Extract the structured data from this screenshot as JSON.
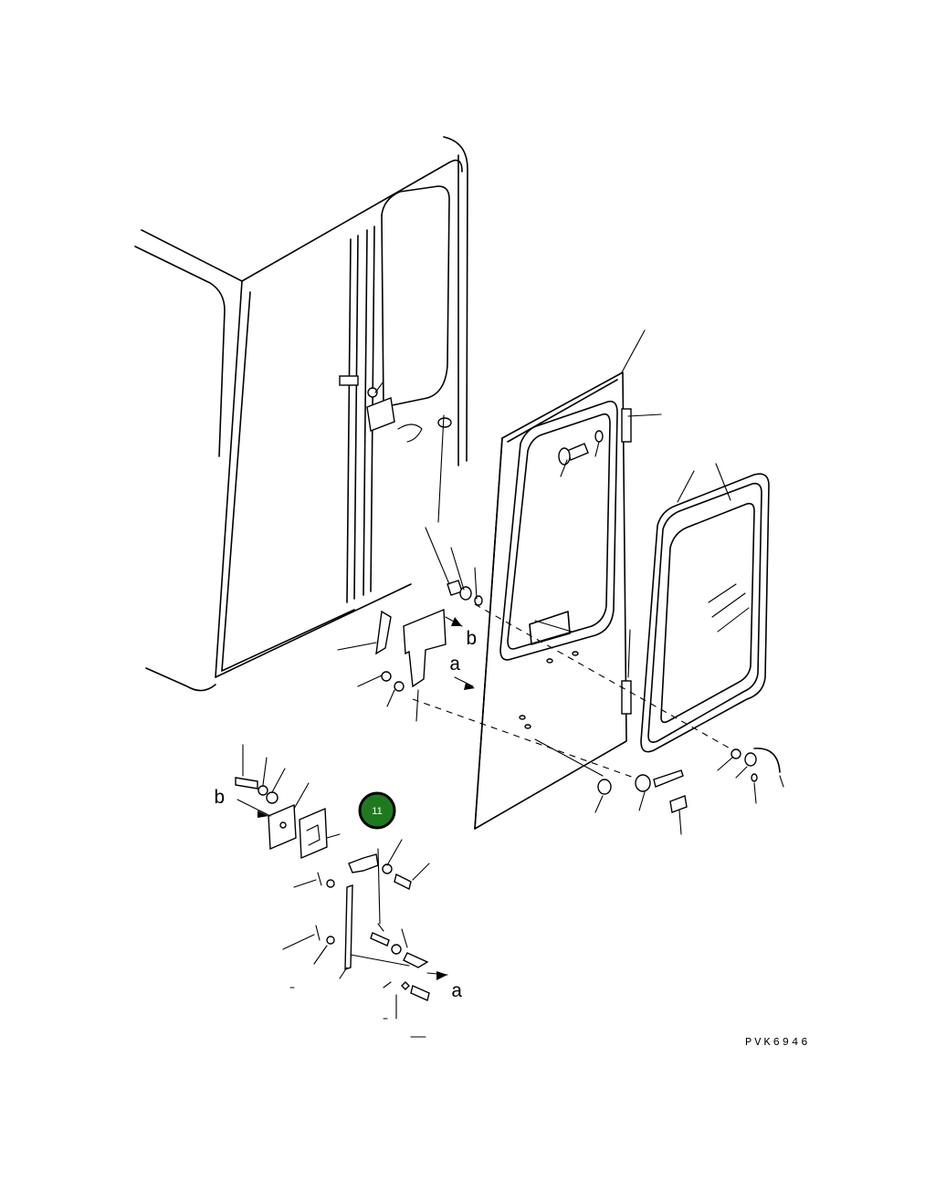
{
  "diagram": {
    "callout": {
      "number": "11",
      "color": "#1f7a1f"
    },
    "view_labels": {
      "a_main": "a",
      "b_main": "b",
      "a_sub": "a",
      "b_sub": "b"
    },
    "drawing_code": "PVK6946"
  }
}
